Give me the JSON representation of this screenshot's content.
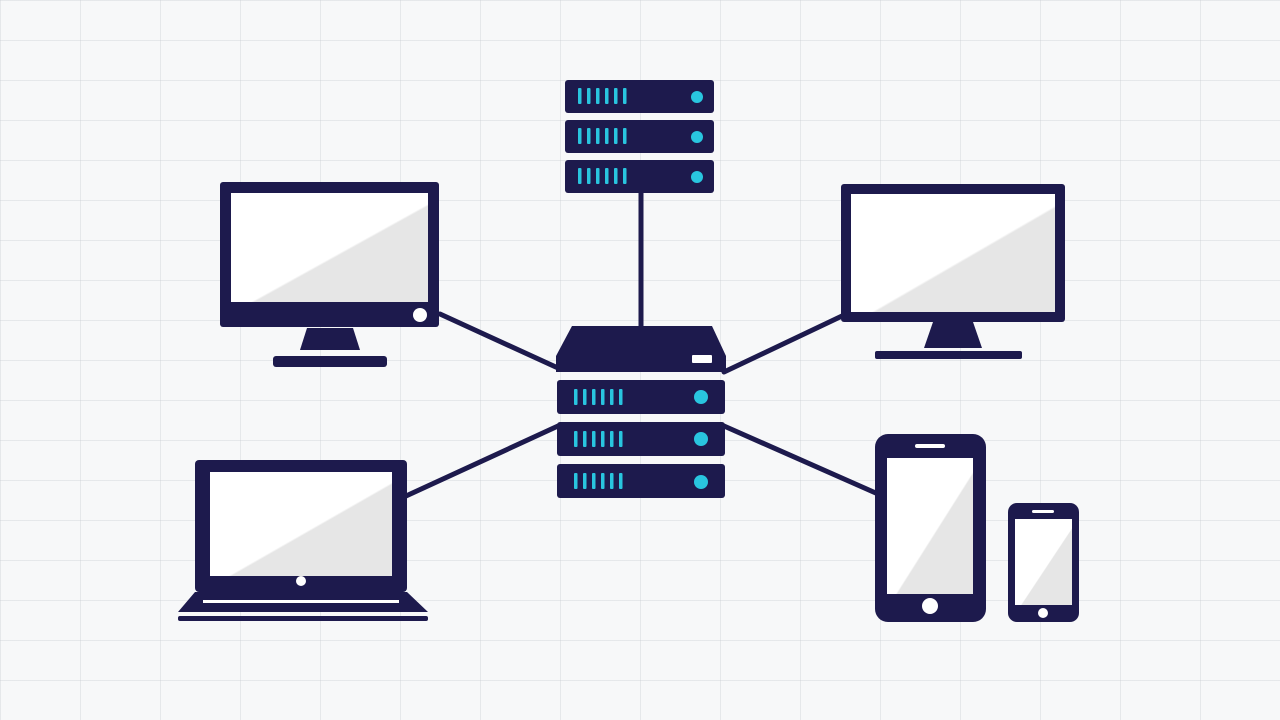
{
  "diagram": {
    "kind": "network-topology",
    "hub": {
      "icon": "server-stack-icon",
      "label": ""
    },
    "nodes": [
      {
        "id": "top-server",
        "icon": "server-rack-icon"
      },
      {
        "id": "desktop-left",
        "icon": "desktop-monitor-icon"
      },
      {
        "id": "desktop-right",
        "icon": "desktop-monitor-icon"
      },
      {
        "id": "laptop",
        "icon": "laptop-icon"
      },
      {
        "id": "tablet",
        "icon": "tablet-icon"
      },
      {
        "id": "phone",
        "icon": "smartphone-icon"
      }
    ],
    "edges": [
      {
        "from": "hub",
        "to": "top-server"
      },
      {
        "from": "hub",
        "to": "desktop-left"
      },
      {
        "from": "hub",
        "to": "desktop-right"
      },
      {
        "from": "hub",
        "to": "laptop"
      },
      {
        "from": "hub",
        "to": "tablet"
      }
    ]
  },
  "colors": {
    "navy": "#1d1a4d",
    "cyan": "#29c5df",
    "screen": "#f3f3f3",
    "background": "#f7f8f9",
    "grid": "#c4cad0"
  }
}
